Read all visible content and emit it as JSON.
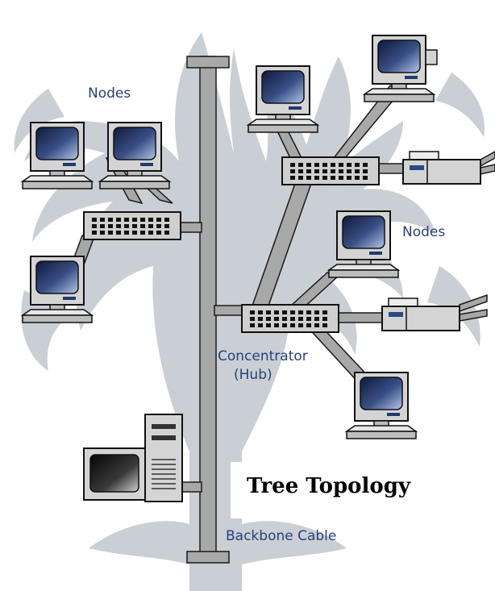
{
  "labels": {
    "nodes_left": "Nodes",
    "nodes_right": "Nodes",
    "concentrator_line1": "Concentrator",
    "concentrator_line2": "(Hub)",
    "backbone": "Backbone Cable",
    "title": "Tree Topology"
  },
  "colors": {
    "tree_shape": "#c9cfd4",
    "cable_fill": "#a8a8a8",
    "cable_stroke": "#1a1a1a",
    "label_text": "#2a3f7a",
    "monitor_body": "#d4d4d4",
    "screen_dark": "#0f1a3c",
    "screen_light": "#a9bfe6"
  }
}
